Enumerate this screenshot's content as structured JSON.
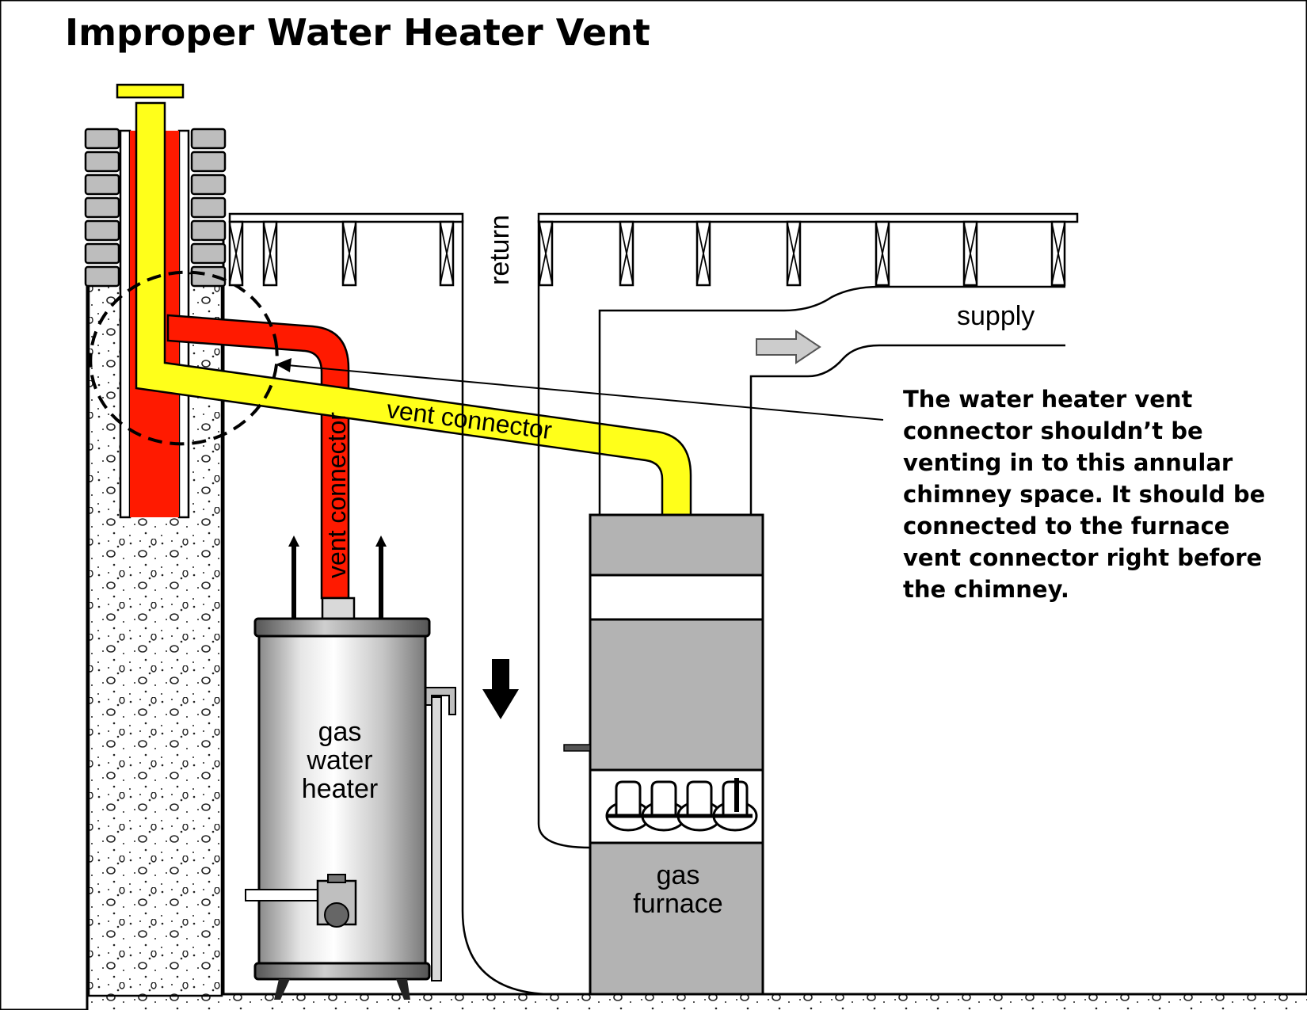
{
  "title": "Improper Water Heater Vent",
  "labels": {
    "return": "return",
    "supply": "supply",
    "vent_connector_1": "vent connector",
    "vent_connector_2": "vent connector",
    "water_heater": [
      "gas",
      "water",
      "heater"
    ],
    "furnace": [
      "gas",
      "furnace"
    ]
  },
  "annotation": [
    "The water heater vent",
    "connector shouldn’t be",
    "venting in to this annular",
    "chimney space. It should be",
    "connected to the furnace",
    "vent connector right before",
    "the chimney."
  ],
  "colors": {
    "flue_red": "#ff1a00",
    "vent_yellow": "#ffff1a",
    "block_gray": "#bfbfbf",
    "appliance_gray": "#b3b3b3",
    "arrow_gray": "#cccccc"
  }
}
